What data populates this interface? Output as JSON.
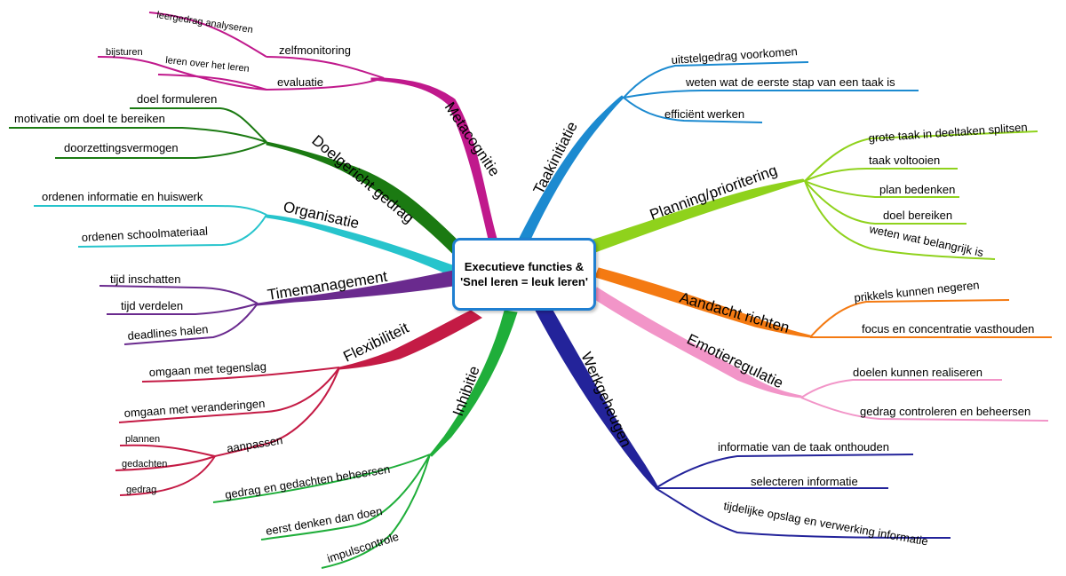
{
  "center": {
    "title": "Executieve functies & 'Snel leren = leuk leren'"
  },
  "branches": {
    "metacognitie": {
      "label": "Metacognitie",
      "color": "#c0198c",
      "items": {
        "zelfmonitoring": "zelfmonitoring",
        "leergedrag": "leergedrag analyseren",
        "evaluatie": "evaluatie",
        "leren": "leren over het leren",
        "bijsturen": "bijsturen"
      }
    },
    "doelgericht": {
      "label": "Doelgericht gedrag",
      "color": "#1b7a12",
      "items": {
        "doel": "doel formuleren",
        "motivatie": "motivatie om doel te bereiken",
        "doorzetting": "doorzettingsvermogen"
      }
    },
    "organisatie": {
      "label": "Organisatie",
      "color": "#27c4cc",
      "items": {
        "huiswerk": "ordenen informatie en huiswerk",
        "school": "ordenen schoolmateriaal"
      }
    },
    "timemanagement": {
      "label": "Timemanagement",
      "color": "#6a2a8e",
      "items": {
        "inschatten": "tijd inschatten",
        "verdelen": "tijd verdelen",
        "deadlines": "deadlines halen"
      }
    },
    "flexibiliteit": {
      "label": "Flexibiliteit",
      "color": "#c41b45",
      "items": {
        "tegenslag": "omgaan met tegenslag",
        "veranderingen": "omgaan met veranderingen",
        "aanpassen": "aanpassen",
        "plannen": "plannen",
        "gedachten": "gedachten",
        "gedrag": "gedrag"
      }
    },
    "inhibitie": {
      "label": "Inhibitie",
      "color": "#1fae3a",
      "items": {
        "beheersen": "gedrag en gedachten beheersen",
        "eerst": "eerst denken dan doen",
        "impuls": "impulscontrole"
      }
    },
    "werkgeheugen": {
      "label": "Werkgeheugen",
      "color": "#23239a",
      "items": {
        "onthouden": "informatie van de taak onthouden",
        "selecteren": "selecteren informatie",
        "opslag": "tijdelijke opslag en verwerking informatie"
      }
    },
    "emotieregulatie": {
      "label": "Emotieregulatie",
      "color": "#f295c8",
      "items": {
        "realiseren": "doelen kunnen realiseren",
        "controleren": "gedrag controleren en beheersen"
      }
    },
    "aandacht": {
      "label": "Aandacht richten",
      "color": "#f47a12",
      "items": {
        "prikkels": "prikkels kunnen negeren",
        "focus": "focus en concentratie vasthouden"
      }
    },
    "planning": {
      "label": "Planning/prioritering",
      "color": "#8fd21c",
      "items": {
        "splitsen": "grote taak in deeltaken splitsen",
        "voltooien": "taak voltooien",
        "bedenken": "plan bedenken",
        "bereiken": "doel bereiken",
        "belangrijk": "weten wat belangrijk is"
      }
    },
    "taakinitiatie": {
      "label": "Taakinitiatie",
      "color": "#1c8ad0",
      "items": {
        "uitstel": "uitstelgedrag voorkomen",
        "eerste": "weten wat de eerste stap van een taak is",
        "efficient": "efficiënt werken"
      }
    }
  }
}
